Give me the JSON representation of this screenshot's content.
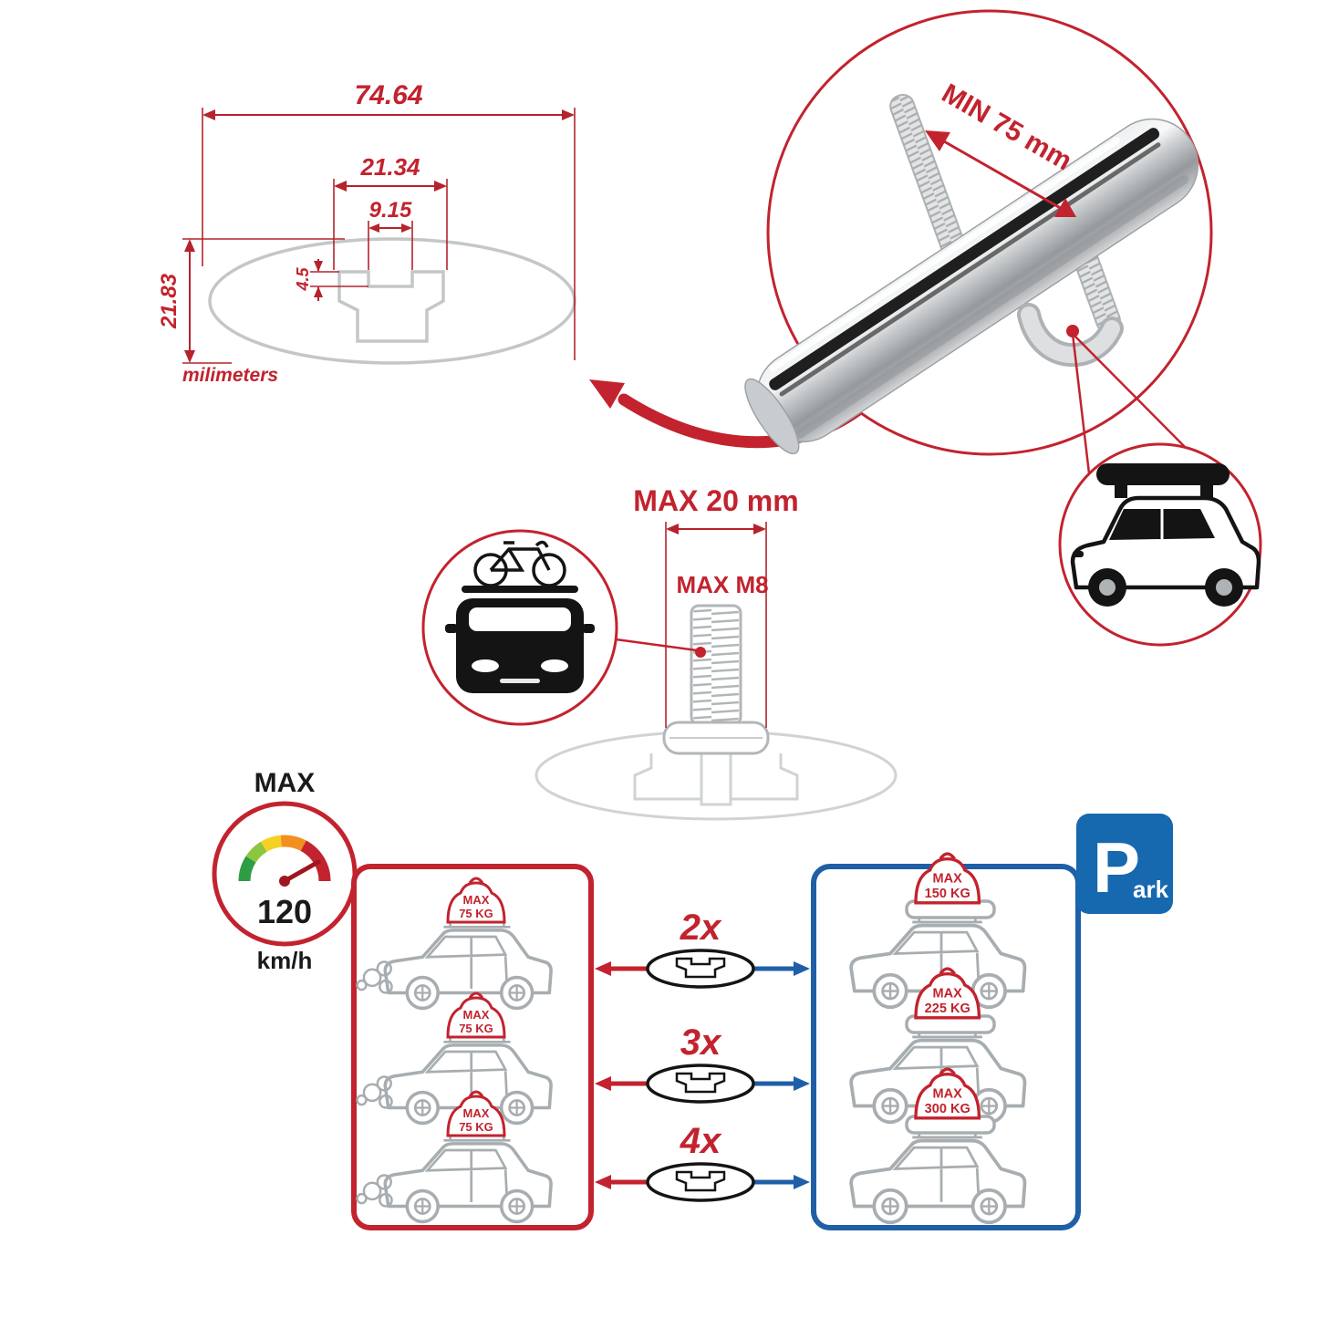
{
  "colors": {
    "red": "#c2232e",
    "blue": "#1f5fa8",
    "sign_blue": "#1668af",
    "gray_line": "#a7adb0",
    "dark": "#1a1a1a"
  },
  "cross_section": {
    "total_width": "74.64",
    "flange_width": "21.34",
    "slot_width": "9.15",
    "step_height": "4.5",
    "total_height": "21.83",
    "units_label": "milimeters"
  },
  "bar_detail": {
    "clamp_min_label": "MIN 75 mm"
  },
  "bolt_detail": {
    "plate_max_label": "MAX 20 mm",
    "thread_max_label": "MAX M8"
  },
  "speedometer": {
    "top_label": "MAX",
    "value": "120",
    "unit": "km/h"
  },
  "driving_panel": {
    "cars": [
      {
        "load_label": "MAX",
        "load_value": "75 KG"
      },
      {
        "load_label": "MAX",
        "load_value": "75 KG"
      },
      {
        "load_label": "MAX",
        "load_value": "75 KG"
      }
    ]
  },
  "parked_panel": {
    "sign_big": "P",
    "sign_small": "ark",
    "cars": [
      {
        "load_label": "MAX",
        "load_value": "150 KG"
      },
      {
        "load_label": "MAX",
        "load_value": "225 KG"
      },
      {
        "load_label": "MAX",
        "load_value": "300 KG"
      }
    ]
  },
  "bar_counts": [
    {
      "label": "2x"
    },
    {
      "label": "3x"
    },
    {
      "label": "4x"
    }
  ]
}
